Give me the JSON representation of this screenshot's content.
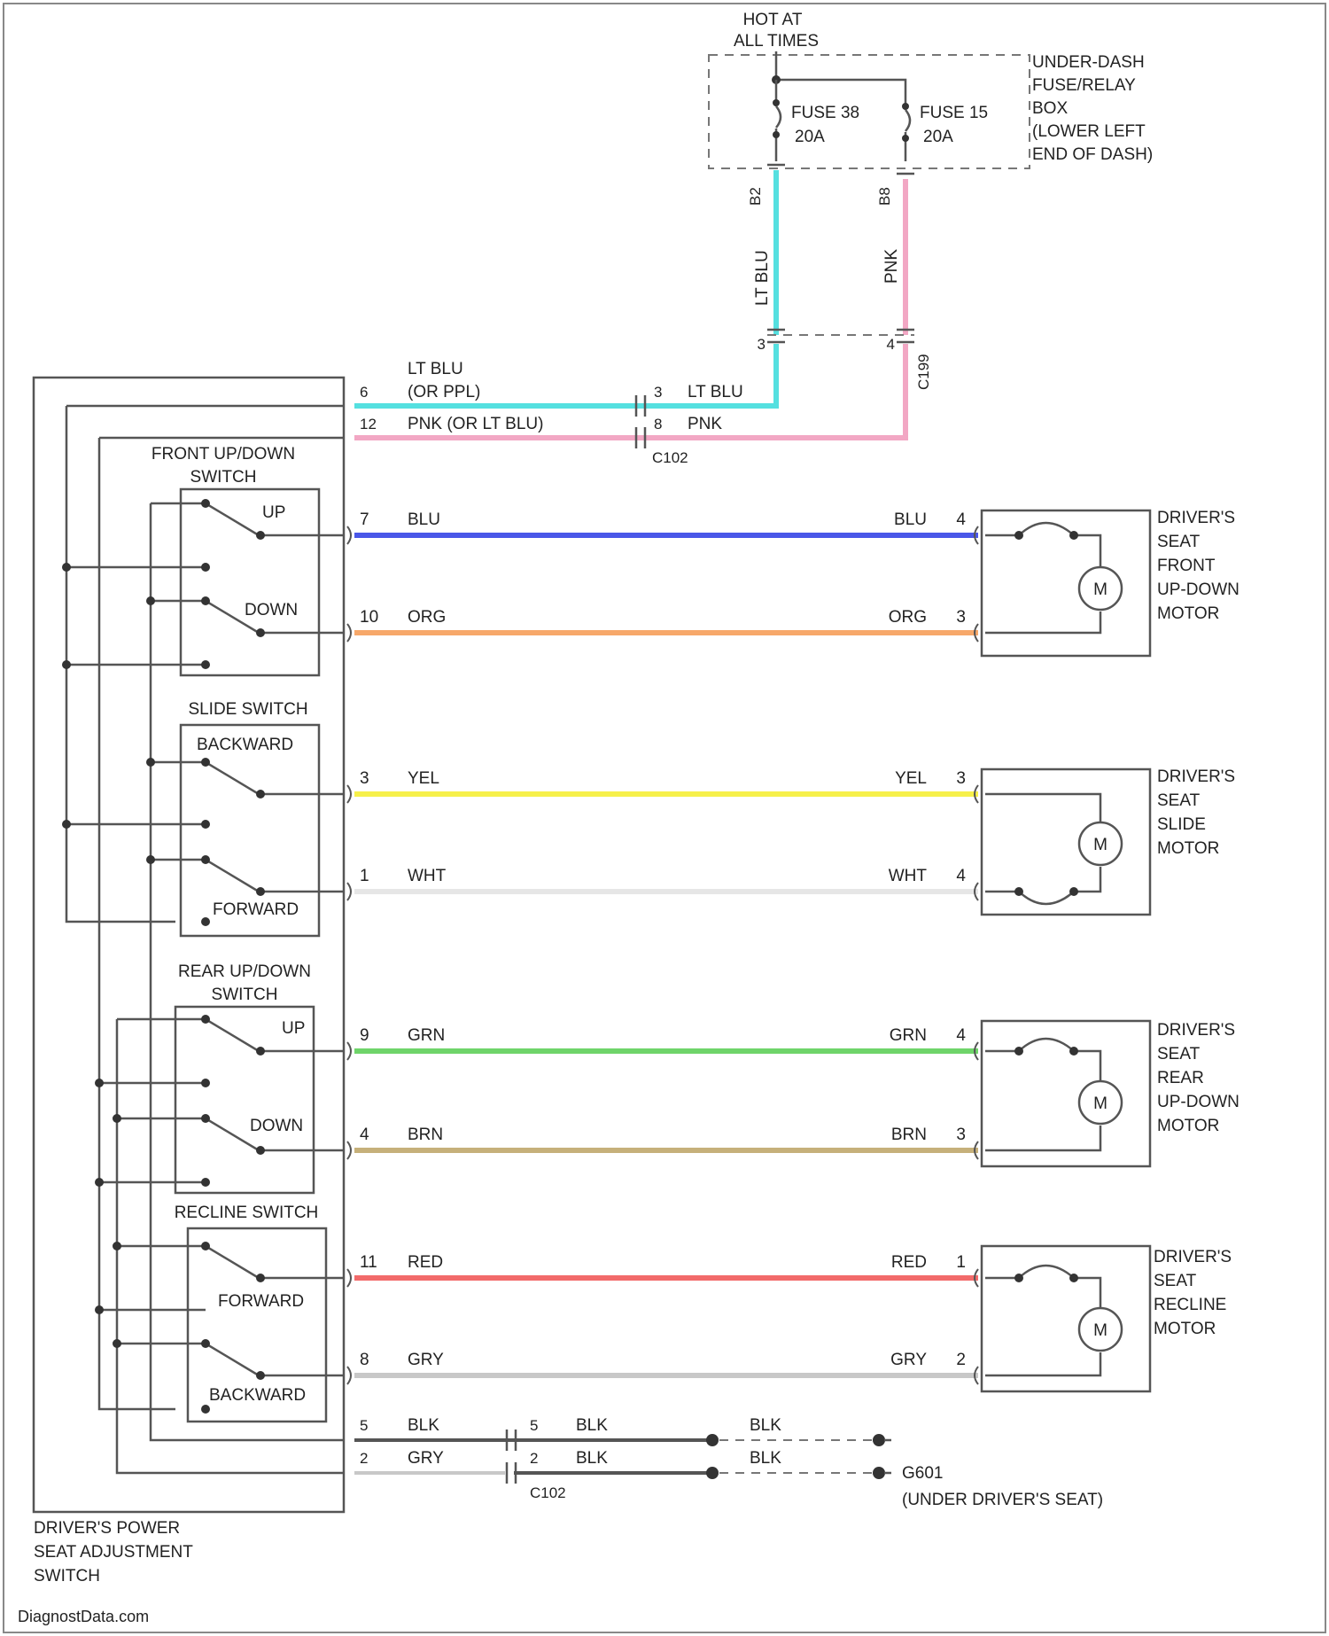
{
  "colors": {
    "lt_blu": "#55e0e0",
    "pnk": "#f2a7c4",
    "blu": "#4a57e8",
    "org": "#f7a86a",
    "yel": "#f6f04a",
    "wht": "#e6e6e6",
    "grn": "#6fd46a",
    "brn": "#c6b07a",
    "red": "#f26a6a",
    "gry": "#c8c8c8",
    "blk": "#555555"
  },
  "power": {
    "hot_line1": "HOT AT",
    "hot_line2": "ALL TIMES",
    "fuse_left_name": "FUSE 38",
    "fuse_left_amp": "20A",
    "fuse_right_name": "FUSE 15",
    "fuse_right_amp": "20A",
    "box_lines": [
      "UNDER-DASH",
      "FUSE/RELAY",
      "BOX",
      "(LOWER LEFT",
      "END OF DASH)"
    ],
    "pin_left": "B2",
    "pin_right": "B8",
    "vwire_left": "LT BLU",
    "vwire_right": "PNK",
    "conn_name": "C199",
    "conn_pin_left": "3",
    "conn_pin_right": "4"
  },
  "switch": {
    "name_lines": [
      "DRIVER'S POWER",
      "SEAT ADJUSTMENT",
      "SWITCH"
    ],
    "front_title": [
      "FRONT UP/DOWN",
      "SWITCH"
    ],
    "front_up": "UP",
    "front_down": "DOWN",
    "slide_title": "SLIDE SWITCH",
    "slide_back": "BACKWARD",
    "slide_fwd": "FORWARD",
    "rear_title": [
      "REAR UP/DOWN",
      "SWITCH"
    ],
    "rear_up": "UP",
    "rear_down": "DOWN",
    "recline_title": "RECLINE SWITCH",
    "recline_fwd": "FORWARD",
    "recline_back": "BACKWARD"
  },
  "feed": {
    "w1_pin": "6",
    "w1_color_a": "LT BLU",
    "w1_color_b": "(OR PPL)",
    "w1_conn_pin": "3",
    "w1_color_out": "LT BLU",
    "w2_pin": "12",
    "w2_color": "PNK  (OR LT BLU)",
    "w2_conn_pin": "8",
    "w2_color_out": "PNK",
    "conn_name": "C102"
  },
  "wires": [
    {
      "pin": "7",
      "color": "BLU",
      "motor_pin": "4"
    },
    {
      "pin": "10",
      "color": "ORG",
      "motor_pin": "3"
    },
    {
      "pin": "3",
      "color": "YEL",
      "motor_pin": "3"
    },
    {
      "pin": "1",
      "color": "WHT",
      "motor_pin": "4"
    },
    {
      "pin": "9",
      "color": "GRN",
      "motor_pin": "4"
    },
    {
      "pin": "4",
      "color": "BRN",
      "motor_pin": "3"
    },
    {
      "pin": "11",
      "color": "RED",
      "motor_pin": "1"
    },
    {
      "pin": "8",
      "color": "GRY",
      "motor_pin": "2"
    }
  ],
  "motors": [
    {
      "label": [
        "DRIVER'S",
        "SEAT",
        "FRONT",
        "UP-DOWN",
        "MOTOR"
      ],
      "symbol": "M"
    },
    {
      "label": [
        "DRIVER'S",
        "SEAT",
        "SLIDE",
        "MOTOR"
      ],
      "symbol": "M"
    },
    {
      "label": [
        "DRIVER'S",
        "SEAT",
        "REAR",
        "UP-DOWN",
        "MOTOR"
      ],
      "symbol": "M"
    },
    {
      "label": [
        "DRIVER'S",
        "SEAT",
        "RECLINE",
        "MOTOR"
      ],
      "symbol": "M"
    }
  ],
  "ground": {
    "g1_pin": "5",
    "g1_color": "BLK",
    "g1_conn_pin": "5",
    "g1_color_out": "BLK",
    "g1_color_end": "BLK",
    "g2_pin": "2",
    "g2_color": "GRY",
    "g2_conn_pin": "2",
    "g2_color_out": "BLK",
    "g2_color_end": "BLK",
    "conn_name": "C102",
    "ground_name": "G601",
    "ground_loc": "(UNDER DRIVER'S SEAT)"
  },
  "watermark": "DiagnostData.com"
}
